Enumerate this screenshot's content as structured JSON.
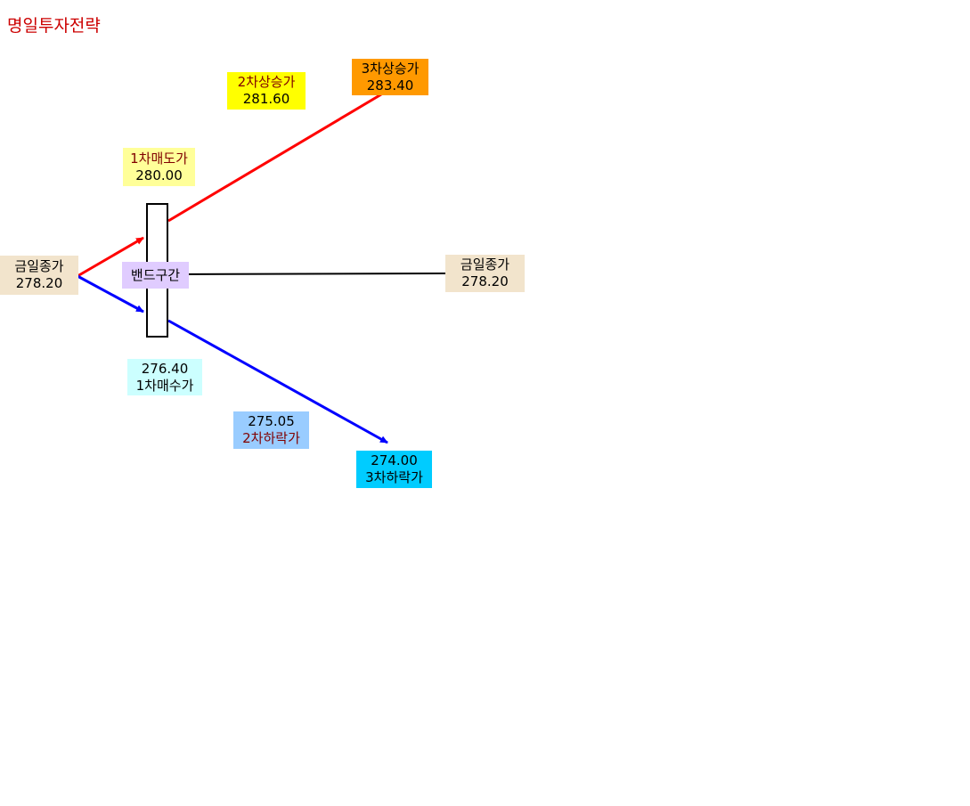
{
  "title": "명일투자전략",
  "boxes": {
    "close_left": {
      "line1": "금일종가",
      "line2": "278.20"
    },
    "close_right": {
      "line1": "금일종가",
      "line2": "278.20"
    },
    "sell1": {
      "line1": "1차매도가",
      "line2": "280.00"
    },
    "up2": {
      "line1": "2차상승가",
      "line2": "281.60"
    },
    "up3": {
      "line1": "3차상승가",
      "line2": "283.40"
    },
    "band": {
      "label": "밴드구간"
    },
    "buy1": {
      "line1": "276.40",
      "line2": "1차매수가"
    },
    "down2": {
      "line1": "275.05",
      "line2": "2차하락가"
    },
    "down3": {
      "line1": "274.00",
      "line2": "3차하락가"
    }
  },
  "colors": {
    "title": "#cc0000",
    "up_line": "#ff0000",
    "down_line": "#0000ff",
    "mid_line": "#000000",
    "close_bg": "#f2e4cc",
    "sell1_bg": "#ffff99",
    "up2_bg": "#ffff00",
    "up3_bg": "#ff9900",
    "band_bg": "#e0ccff",
    "buy1_bg": "#ccffff",
    "down2_bg": "#99ccff",
    "down3_bg": "#00ccff"
  }
}
